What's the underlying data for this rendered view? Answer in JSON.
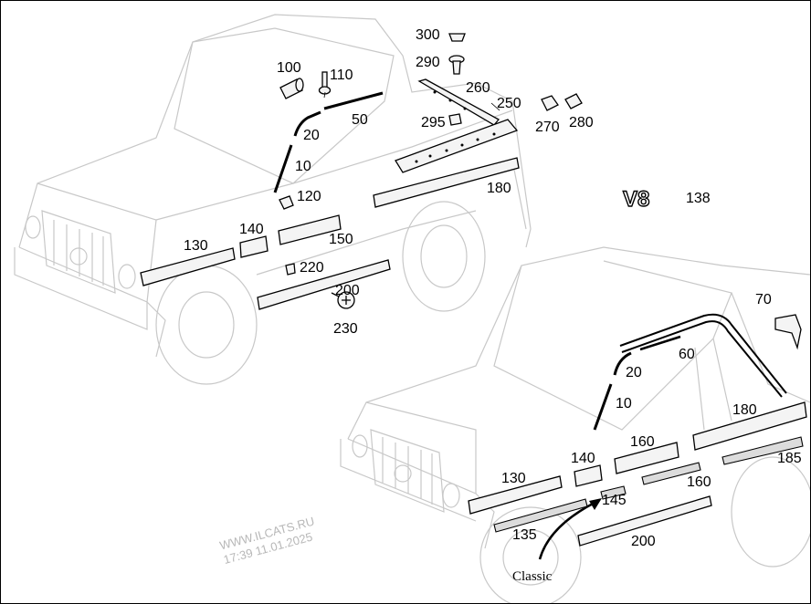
{
  "diagram": {
    "badge": {
      "text": "V8",
      "code": "138"
    },
    "classic_label": "Classic",
    "watermark": {
      "site": "WWW.ILCATS.RU",
      "timestamp": "17:39 11.01.2025"
    },
    "upper_labels": {
      "l300": "300",
      "l290": "290",
      "l260": "260",
      "l250": "250",
      "l100": "100",
      "l110": "110",
      "l295": "295",
      "l270": "270",
      "l280": "280",
      "l50": "50",
      "l20": "20",
      "l10": "10",
      "l180": "180",
      "l120": "120",
      "l140": "140",
      "l130": "130",
      "l150": "150",
      "l220": "220",
      "l200": "200",
      "l230": "230"
    },
    "lower_labels": {
      "l70": "70",
      "l60": "60",
      "l20": "20",
      "l10": "10",
      "l180": "180",
      "l160a": "160",
      "l140": "140",
      "l130": "130",
      "l160b": "160",
      "l185": "185",
      "l145": "145",
      "l135": "135",
      "l200": "200"
    }
  }
}
